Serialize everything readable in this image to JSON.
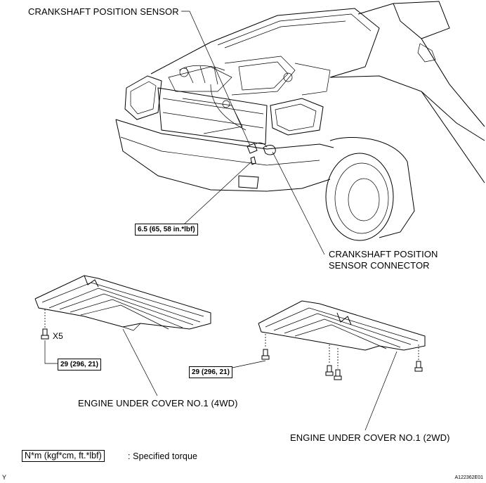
{
  "labels": {
    "crankshaft_position_sensor": "CRANKSHAFT POSITION SENSOR",
    "sensor_connector_line1": "CRANKSHAFT POSITION",
    "sensor_connector_line2": "SENSOR CONNECTOR",
    "under_cover_4wd": "ENGINE UNDER COVER NO.1 (4WD)",
    "under_cover_2wd": "ENGINE UNDER COVER NO.1 (2WD)",
    "bolt_count": "X5"
  },
  "torques": {
    "sensor_bolt": "6.5 (65, 58 in.*lbf)",
    "cover_4wd": "29 (296, 21)",
    "cover_2wd": "29 (296, 21)"
  },
  "legend": {
    "unit_box": "N*m (kgf*cm, ft.*lbf)",
    "description": ": Specified torque"
  },
  "footer": {
    "left_mark": "Y",
    "figure_id": "A122362E01"
  }
}
